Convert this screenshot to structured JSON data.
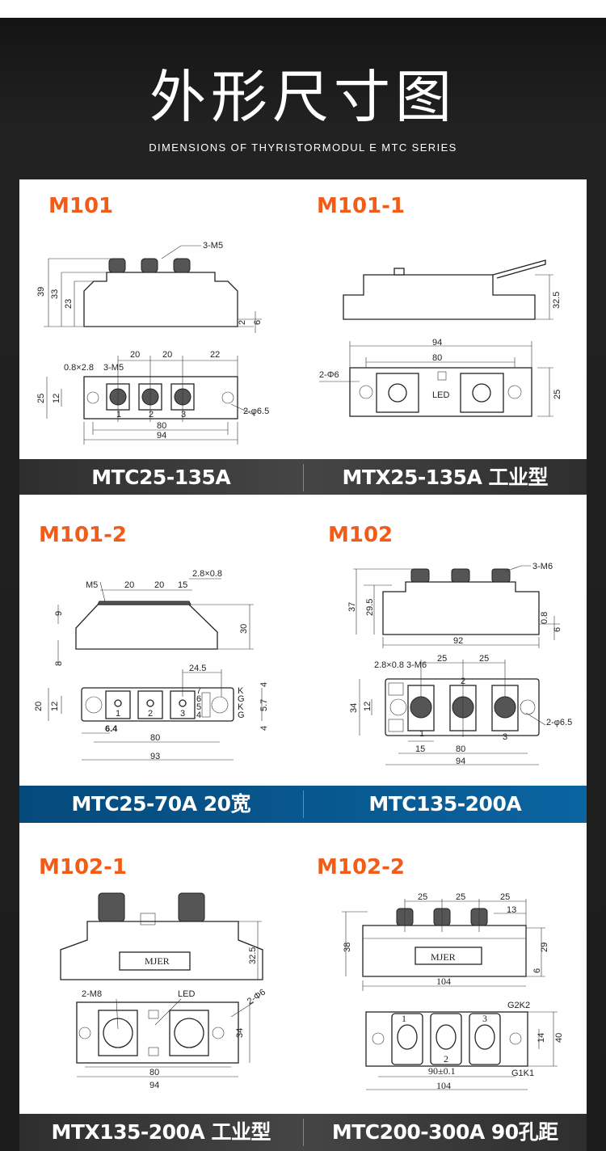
{
  "header": {
    "title": "外形尺寸图",
    "subtitle": "DIMENSIONS OF THYRISTORMODUL E MTC SERIES"
  },
  "colors": {
    "title_accent": "#f25c19",
    "bar_gray": "#3a3a3a",
    "bar_blue": "#0a5a92"
  },
  "models": [
    {
      "code": "M101",
      "name": "MTC25-135A",
      "labels": [
        "3-M5",
        "39",
        "33",
        "23",
        "2",
        "6",
        "0.8×2.8",
        "3-M5",
        "20",
        "20",
        "22",
        "25",
        "12",
        "2-φ6.5",
        "80",
        "94",
        "1",
        "2",
        "3"
      ]
    },
    {
      "code": "M101-1",
      "name": "MTX25-135A 工业型",
      "labels": [
        "32.5",
        "94",
        "80",
        "2-Φ6",
        "25",
        "LED"
      ]
    },
    {
      "code": "M101-2",
      "name": "MTC25-70A 20宽",
      "labels": [
        "M5",
        "20",
        "20",
        "15",
        "2.8×0.8",
        "9",
        "30",
        "8",
        "24.5",
        "20",
        "12",
        "6.4",
        "80",
        "93",
        "K",
        "G",
        "K",
        "G",
        "4",
        "5.7",
        "4",
        "1",
        "2",
        "3",
        "7",
        "6",
        "5",
        "4"
      ]
    },
    {
      "code": "M102",
      "name": "MTC135-200A",
      "labels": [
        "3-M6",
        "37",
        "29.5",
        "0.8",
        "6",
        "92",
        "2.8×0.8",
        "3-M6",
        "25",
        "25",
        "34",
        "12",
        "2-φ6.5",
        "15",
        "80",
        "94",
        "1",
        "2",
        "3"
      ]
    },
    {
      "code": "M102-1",
      "name": "MTX135-200A 工业型",
      "labels": [
        "32.5",
        "MJER",
        "2-M8",
        "LED",
        "2-Φ6",
        "34",
        "80",
        "94"
      ]
    },
    {
      "code": "M102-2",
      "name": "MTC200-300A 90孔距",
      "labels": [
        "25",
        "25",
        "25",
        "13",
        "38",
        "29",
        "6",
        "104",
        "MJER",
        "G2K2",
        "1",
        "2",
        "3",
        "14",
        "40",
        "90±0.1",
        "G1K1",
        "104"
      ]
    }
  ]
}
